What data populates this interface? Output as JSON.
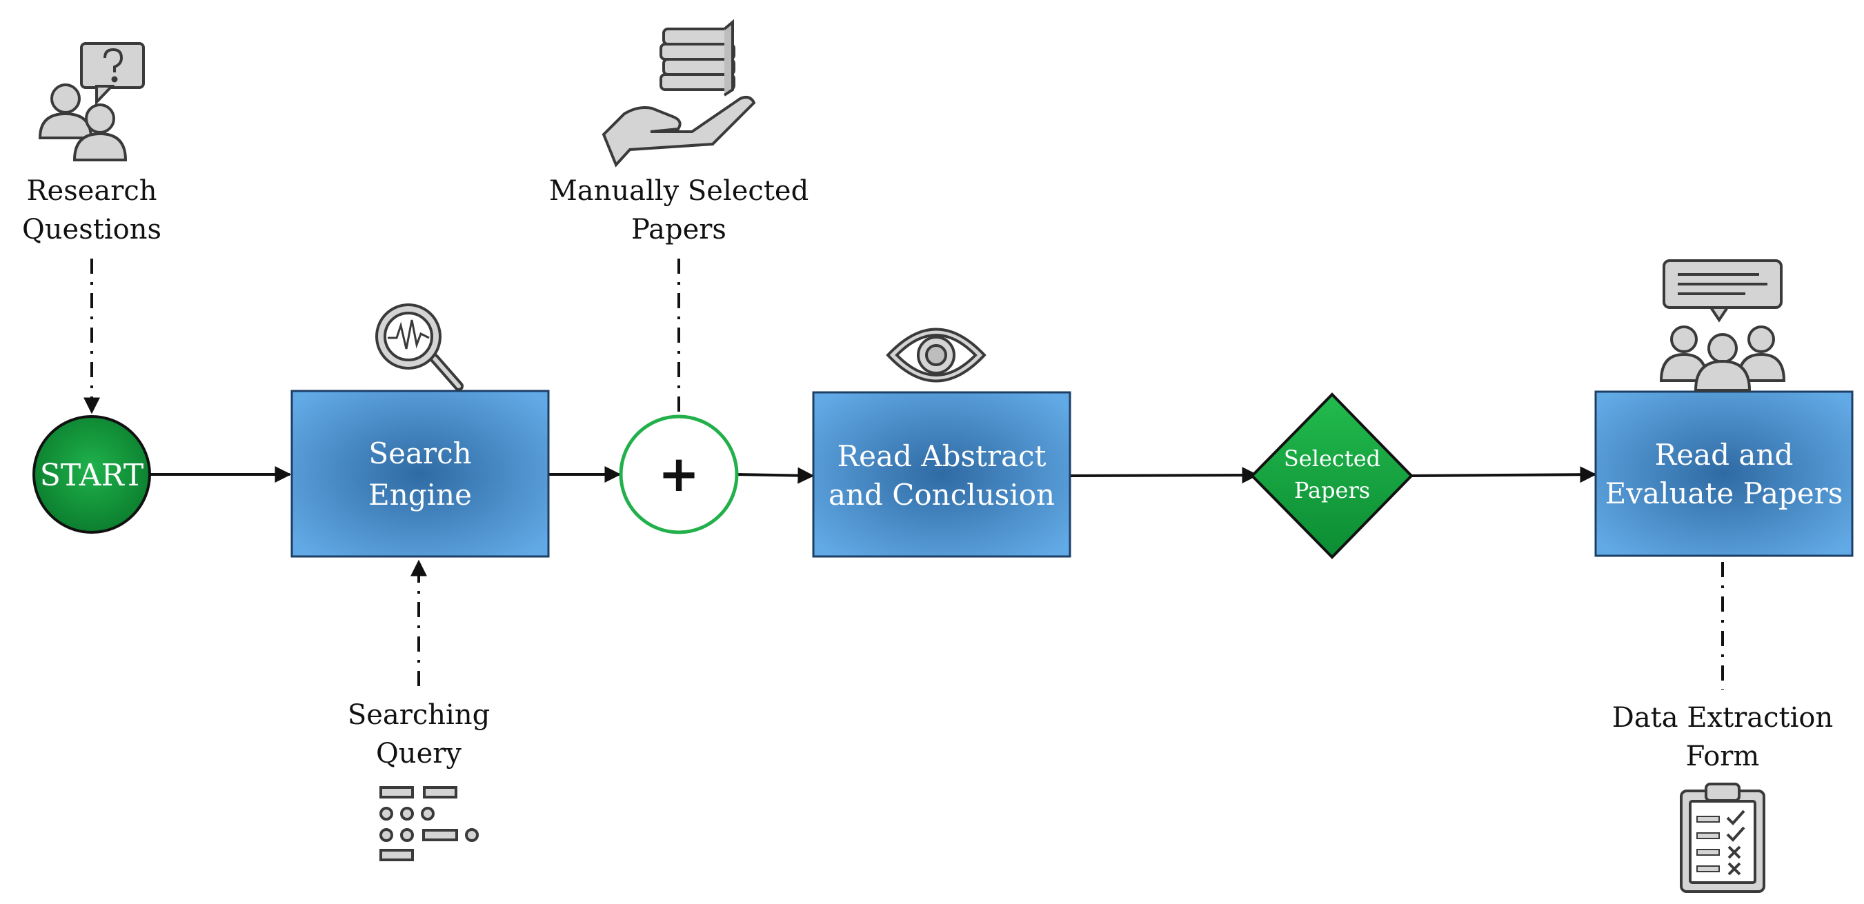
{
  "nodes": {
    "start": "START",
    "search_engine": [
      "Search",
      "Engine"
    ],
    "merge_symbol": "+",
    "read_abstract": [
      "Read Abstract",
      "and Conclusion"
    ],
    "selected_papers": [
      "Selected",
      "Papers"
    ],
    "read_evaluate": [
      "Read and",
      "Evaluate Papers"
    ]
  },
  "inputs": {
    "research_questions": [
      "Research",
      "Questions"
    ],
    "manually_selected": [
      "Manually Selected",
      "Papers"
    ],
    "searching_query": [
      "Searching",
      "Query"
    ],
    "data_extraction": [
      "Data Extraction",
      "Form"
    ]
  },
  "icons": {
    "research_questions": "people-question-icon",
    "manually_selected": "hand-books-icon",
    "search_engine": "magnifier-waveform-icon",
    "read_abstract": "eye-icon",
    "read_evaluate": "people-discussion-icon",
    "searching_query": "query-form-icon",
    "data_extraction": "clipboard-checklist-icon"
  },
  "colors": {
    "process_box": "#5a9fd8",
    "process_box_center": "#2f6aa3",
    "start_fill": "#0e9a3a",
    "diamond_fill": "#13a83f",
    "merge_stroke": "#22b04b",
    "icon_fill": "#d4d4d4",
    "icon_stroke": "#3a3a3a"
  }
}
